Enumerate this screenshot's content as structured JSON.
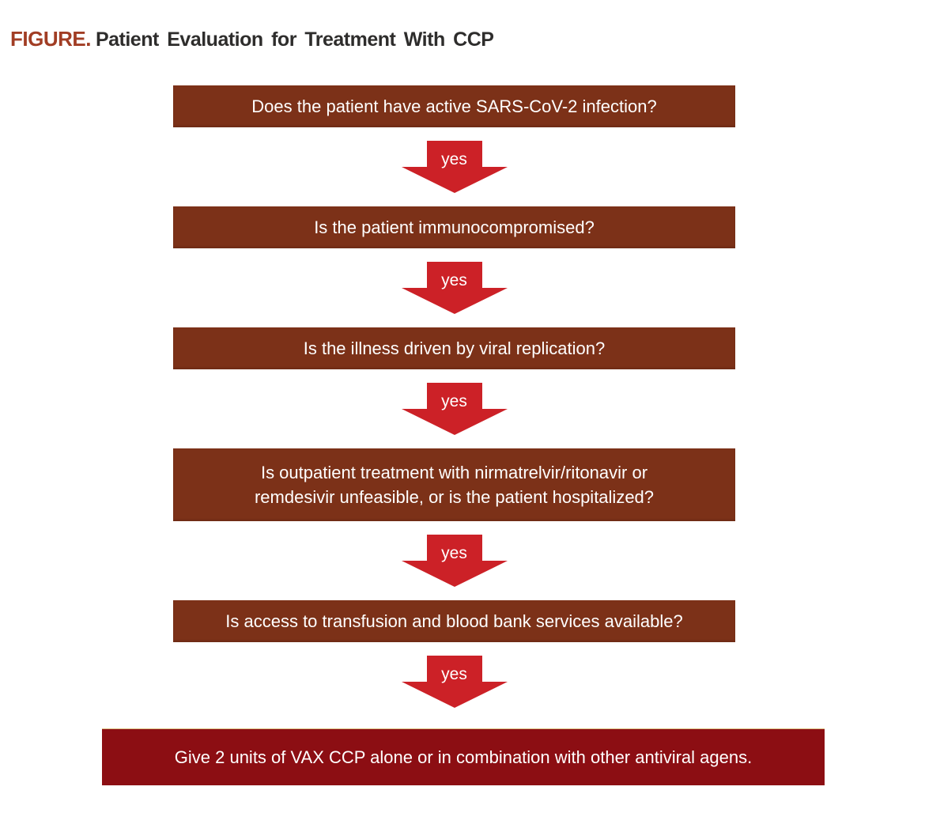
{
  "figure": {
    "label": "FIGURE.",
    "title": "Patient Evaluation for Treatment With CCP"
  },
  "flowchart": {
    "connector_label": "yes",
    "steps": [
      "Does the patient have active SARS-CoV-2 infection?",
      "Is the patient immunocompromised?",
      "Is the illness driven by viral replication?",
      "Is outpatient treatment with nirmatrelvir/ritonavir or\nremdesivir unfeasible, or is the patient hospitalized?",
      "Is access to transfusion and blood bank services available?"
    ],
    "result": "Give 2 units of VAX CCP alone or in combination with other antiviral agens.",
    "colors": {
      "question_box": "#7C3118",
      "result_box": "#8C0E13",
      "arrow": "#CC2127",
      "figure_label": "#A13D24",
      "heading_text": "#2E2D2C",
      "box_text": "#FFFFFF"
    }
  }
}
